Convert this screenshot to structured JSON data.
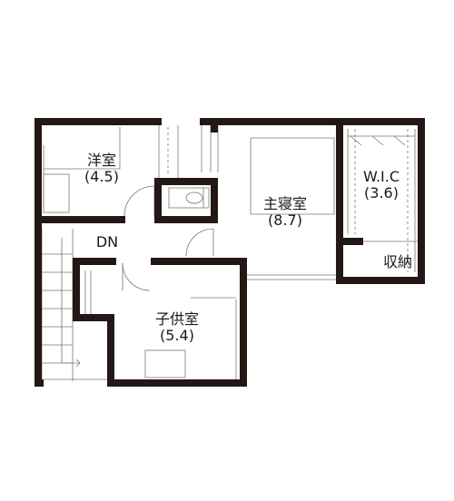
{
  "rooms": {
    "western_room": {
      "name": "洋室",
      "size": "(4.5)"
    },
    "master_bedroom": {
      "name": "主寝室",
      "size": "(8.7)"
    },
    "wic": {
      "name": "W.I.C",
      "size": "(3.6)"
    },
    "child_room": {
      "name": "子供室",
      "size": "(5.4)"
    }
  },
  "labels": {
    "stairs_down": "DN",
    "storage": "収納"
  }
}
